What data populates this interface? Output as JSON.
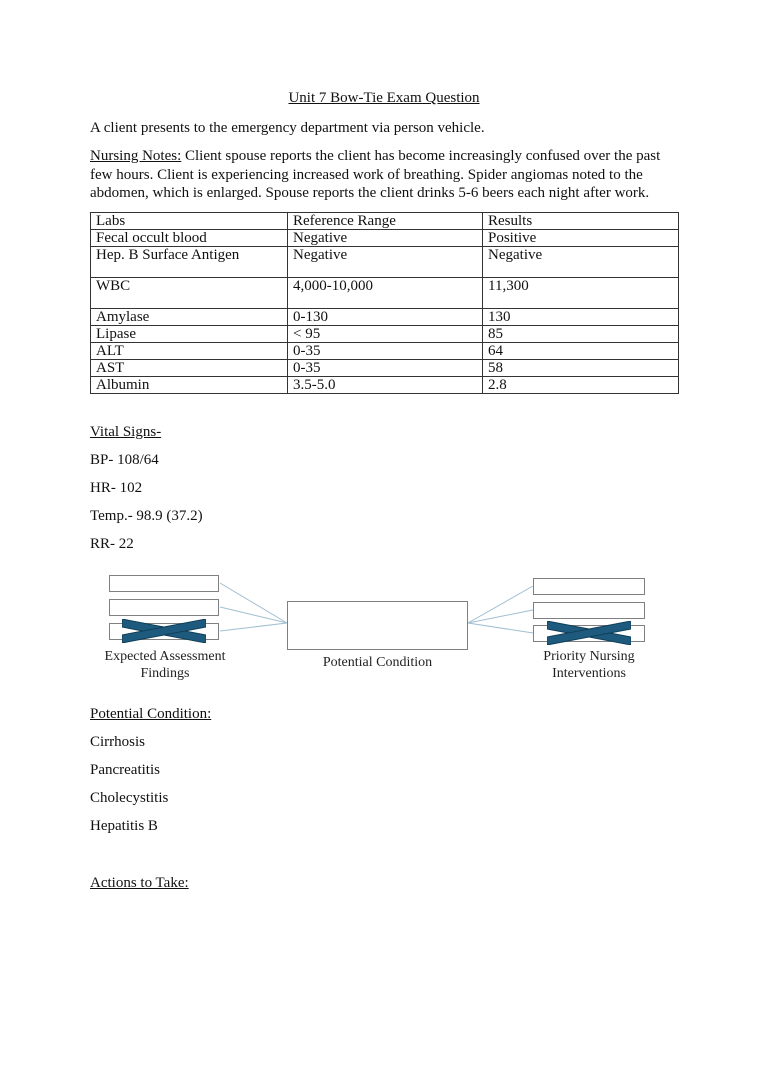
{
  "document": {
    "title": "Unit 7 Bow-Tie Exam Question"
  },
  "intro": {
    "text": "A client presents to the emergency department via person vehicle."
  },
  "nursing_notes": {
    "label": "Nursing Notes:",
    "text": " Client spouse reports the client has become increasingly confused over the past few hours. Client is experiencing increased work of breathing. Spider angiomas noted to the abdomen, which is enlarged. Spouse reports the client drinks 5-6 beers each night after work."
  },
  "labs_table": {
    "headers": [
      "Labs",
      "Reference Range",
      "Results"
    ],
    "rows": [
      {
        "lab": "Fecal occult blood",
        "reference": "Negative",
        "result": "Positive"
      },
      {
        "lab": "Hep. B Surface Antigen",
        "reference": "Negative",
        "result": "Negative"
      },
      {
        "lab": "WBC",
        "reference": "4,000-10,000",
        "result": "11,300"
      },
      {
        "lab": "Amylase",
        "reference": "0-130",
        "result": "130"
      },
      {
        "lab": "Lipase",
        "reference": "< 95",
        "result": "85"
      },
      {
        "lab": "ALT",
        "reference": "0-35",
        "result": "64"
      },
      {
        "lab": "AST",
        "reference": "0-35",
        "result": "58"
      },
      {
        "lab": "Albumin",
        "reference": "3.5-5.0",
        "result": "2.8"
      }
    ]
  },
  "vital_signs": {
    "heading": "Vital Signs-",
    "items": [
      "BP- 108/64",
      "HR- 102",
      "Temp.- 98.9 (37.2)",
      "RR- 22"
    ]
  },
  "bowtie": {
    "left_label": "Expected Assessment Findings",
    "center_label": "Potential Condition",
    "right_label": "Priority Nursing Interventions",
    "colors": {
      "x_mark": "#1e5a7e",
      "x_mark_outline": "#0f3f58",
      "connector_line": "#9fbfd1"
    }
  },
  "potential_condition": {
    "heading": "Potential Condition:",
    "options": [
      "Cirrhosis",
      "Pancreatitis",
      "Cholecystitis",
      "Hepatitis B"
    ]
  },
  "actions": {
    "heading": "Actions to Take:"
  }
}
